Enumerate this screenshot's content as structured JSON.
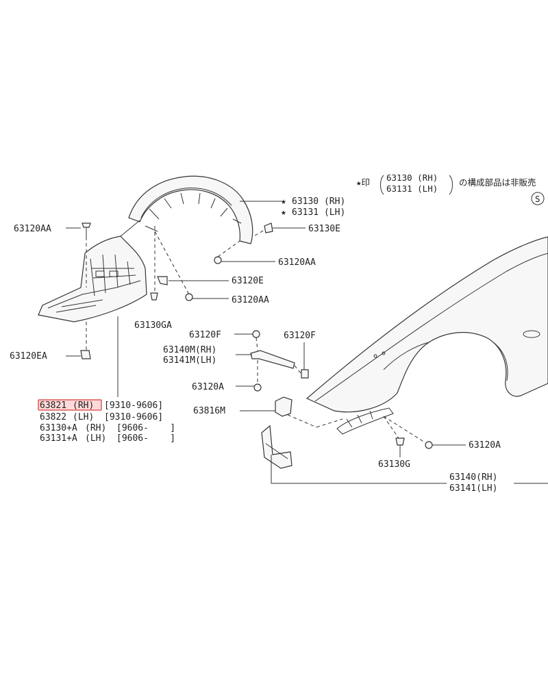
{
  "labels": {
    "p63120AA_a": "63120AA",
    "p63130_rh": "63130 (RH)",
    "p63131_lh": "63131 (LH)",
    "p63130E": "63130E",
    "p63120AA_b": "63120AA",
    "p63120E": "63120E",
    "p63120AA_c": "63120AA",
    "p63130GA": "63130GA",
    "p63120EA": "63120EA",
    "p63120F_a": "63120F",
    "p63120F_b": "63120F",
    "p63140M": "63140M(RH)",
    "p63141M": "63141M(LH)",
    "p63120A_a": "63120A",
    "p63816M": "63816M",
    "p63120A_b": "63120A",
    "p63130G": "63130G",
    "p63140": "63140(RH)",
    "p63141": "63141(LH)"
  },
  "legend": {
    "star_mark": "★印",
    "code_rh": "63130 (RH)",
    "code_lh": "63131 (LH)",
    "text": "の構成部品は非販売",
    "s_mark": "S"
  },
  "star_symbol": "★",
  "table": [
    {
      "part": "63821",
      "side": "(RH)",
      "range": "[9310-9606]",
      "highlighted": true
    },
    {
      "part": "63822",
      "side": "(LH)",
      "range": "[9310-9606]",
      "highlighted": false
    },
    {
      "part": "63130+A",
      "side": "(RH)",
      "range": "[9606-    ]",
      "highlighted": false
    },
    {
      "part": "63131+A",
      "side": "(LH)",
      "range": "[9606-    ]",
      "highlighted": false
    }
  ],
  "highlight_color": "#e05a5a"
}
